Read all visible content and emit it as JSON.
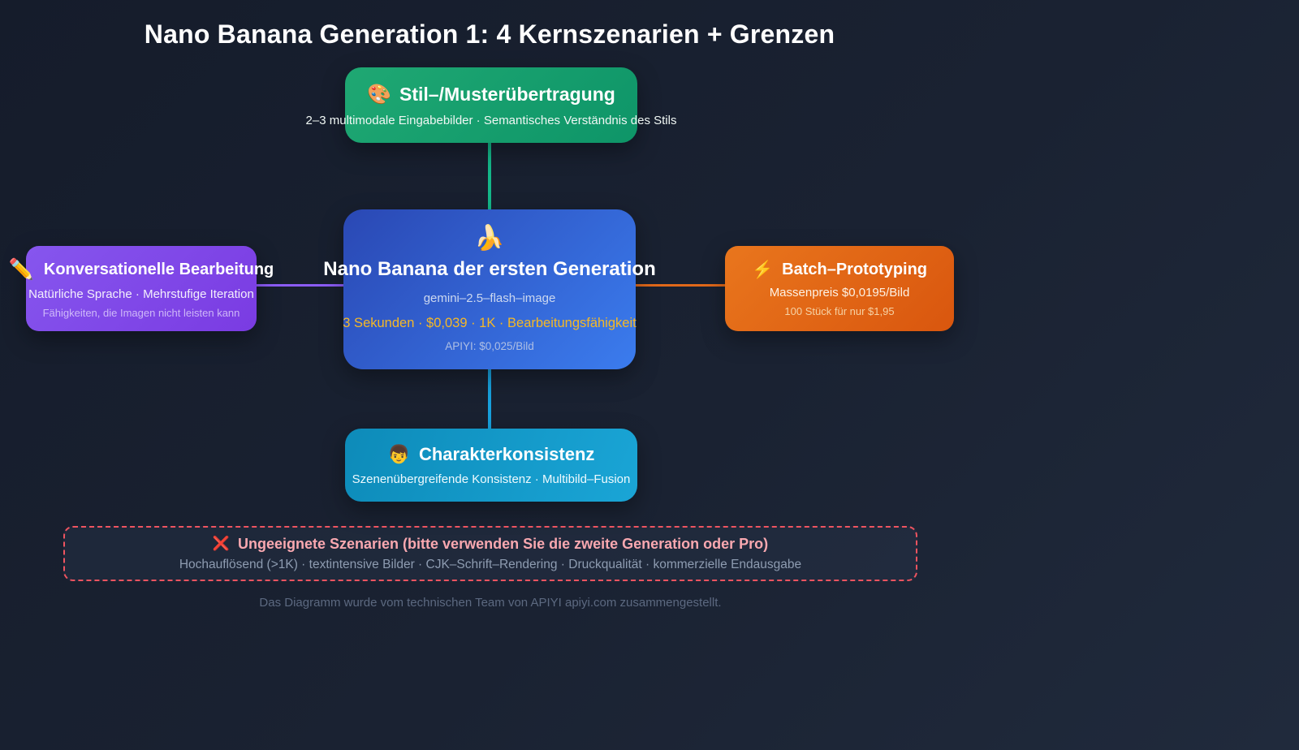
{
  "page": {
    "title": "Nano Banana Generation 1: 4 Kernszenarien + Grenzen",
    "footer": "Das Diagramm wurde vom technischen Team von APIYI apiyi.com zusammengestellt."
  },
  "nodes": {
    "style_transfer": {
      "icon": "🎨",
      "icon_name": "palette-icon",
      "title": "Stil–/Musterübertragung",
      "subtitle": "2–3 multimodale Eingabebilder · Semantisches Verständnis des Stils"
    },
    "center": {
      "icon": "🍌",
      "icon_name": "banana-icon",
      "title": "Nano Banana der ersten Generation",
      "model": "gemini–2.5–flash–image",
      "stats": "3 Sekunden · $0,039 · 1K · Bearbeitungsfähigkeit",
      "price": "APIYI: $0,025/Bild"
    },
    "conversational": {
      "icon": "✏️",
      "icon_name": "pencil-icon",
      "title": "Konversationelle Bearbeitung",
      "subtitle": "Natürliche Sprache · Mehrstufige Iteration",
      "note": "Fähigkeiten, die Imagen nicht leisten kann"
    },
    "batch": {
      "icon": "⚡",
      "icon_name": "lightning-icon",
      "title": "Batch–Prototyping",
      "subtitle": "Massenpreis $0,0195/Bild",
      "note": "100 Stück für nur $1,95"
    },
    "character": {
      "icon": "👦",
      "icon_name": "boy-icon",
      "title": "Charakterkonsistenz",
      "subtitle": "Szenenübergreifende Konsistenz · Multibild–Fusion"
    },
    "unsuitable": {
      "icon": "❌",
      "icon_name": "cross-mark-icon",
      "title": "Ungeeignete Szenarien (bitte verwenden Sie die zweite Generation oder Pro)",
      "subtitle": "Hochauflösend (>1K) · textintensive Bilder · CJK–Schrift–Rendering · Druckqualität · kommerzielle Endausgabe"
    }
  },
  "colors": {
    "background": "#1a2232",
    "node_style_transfer": "#12a06e",
    "node_center_start": "#2a48b4",
    "node_center_end": "#3b7cee",
    "node_conversational": "#7f48e8",
    "node_batch": "#e0681a",
    "node_character": "#1298c8",
    "connector_top": "#14b789",
    "connector_bottom": "#17a0dc",
    "connector_left": "#8b5cf6",
    "connector_right": "#e0681a",
    "stats_text": "#f5b826",
    "unsuitable_border": "#ef5460",
    "unsuitable_title": "#f9a8b0"
  }
}
